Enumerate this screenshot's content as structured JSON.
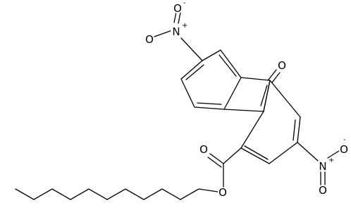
{
  "structure": {
    "atom_labels": {
      "nitro_top_n": "N",
      "nitro_top_o_upper": "O",
      "nitro_top_o_left": "O",
      "ketone_o": "O",
      "nitro_right_n": "N",
      "nitro_right_o_upper": "O",
      "nitro_right_o_lower": "O",
      "ester_carbonyl_o": "O",
      "ester_ether_o": "O"
    },
    "charges": {
      "nitro_top_n_charge": "+",
      "nitro_top_o_charge": "-",
      "nitro_right_n_charge": "+",
      "nitro_right_o_charge": "-"
    },
    "colors": {
      "bond": "#000000",
      "background": "#ffffff"
    }
  }
}
